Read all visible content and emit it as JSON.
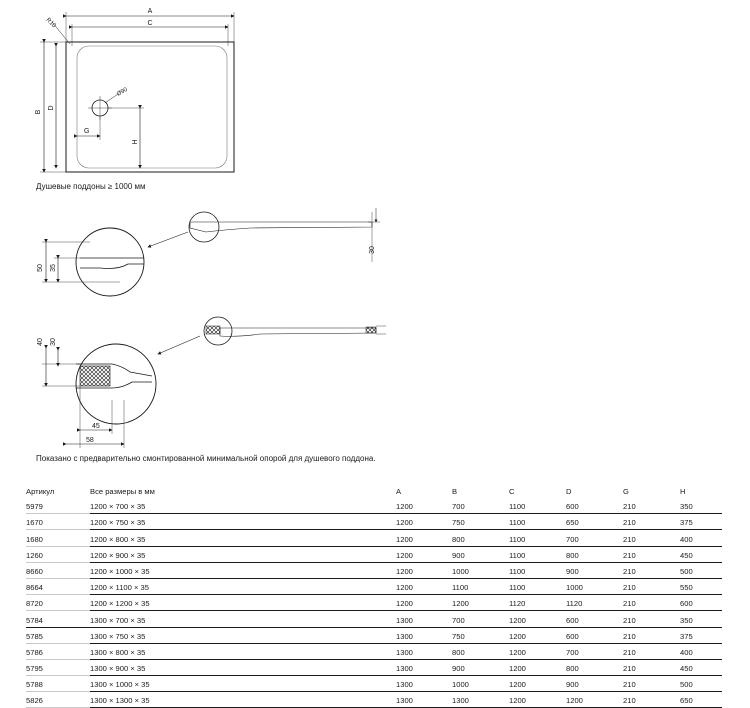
{
  "drawing": {
    "dims_top": {
      "a": "A",
      "c": "C",
      "r": "R10"
    },
    "dims_side": {
      "b": "B",
      "d": "D",
      "g": "G",
      "h": "H",
      "drain": "Ø90"
    },
    "section1": {
      "h50": "50",
      "h35": "35",
      "h30": "30"
    },
    "section2": {
      "h40": "40",
      "h30": "30",
      "w45": "45",
      "w58": "58"
    }
  },
  "captions": {
    "top": "Душевые поддоны ≥ 1000 мм",
    "bottom": "Показано с предварительно смонтированной минимальной опорой для душевого поддона."
  },
  "table": {
    "headers": [
      "Артикул",
      "Все размеры в мм",
      "A",
      "B",
      "C",
      "D",
      "G",
      "H"
    ],
    "rows": [
      [
        "5979",
        "1200 × 700 × 35",
        "1200",
        "700",
        "1100",
        "600",
        "210",
        "350"
      ],
      [
        "1670",
        "1200 × 750 × 35",
        "1200",
        "750",
        "1100",
        "650",
        "210",
        "375"
      ],
      [
        "1680",
        "1200 × 800 × 35",
        "1200",
        "800",
        "1100",
        "700",
        "210",
        "400"
      ],
      [
        "1260",
        "1200 × 900 × 35",
        "1200",
        "900",
        "1100",
        "800",
        "210",
        "450"
      ],
      [
        "8660",
        "1200 × 1000 × 35",
        "1200",
        "1000",
        "1100",
        "900",
        "210",
        "500"
      ],
      [
        "8664",
        "1200 × 1100 × 35",
        "1200",
        "1100",
        "1100",
        "1000",
        "210",
        "550"
      ],
      [
        "8720",
        "1200 × 1200 × 35",
        "1200",
        "1200",
        "1120",
        "1120",
        "210",
        "600"
      ],
      [
        "5784",
        "1300 × 700 × 35",
        "1300",
        "700",
        "1200",
        "600",
        "210",
        "350"
      ],
      [
        "5785",
        "1300 × 750 × 35",
        "1300",
        "750",
        "1200",
        "600",
        "210",
        "375"
      ],
      [
        "5786",
        "1300 × 800 × 35",
        "1300",
        "800",
        "1200",
        "700",
        "210",
        "400"
      ],
      [
        "5795",
        "1300 × 900 × 35",
        "1300",
        "900",
        "1200",
        "800",
        "210",
        "450"
      ],
      [
        "5788",
        "1300 × 1000 × 35",
        "1300",
        "1000",
        "1200",
        "900",
        "210",
        "500"
      ],
      [
        "5826",
        "1300 × 1300 × 35",
        "1300",
        "1300",
        "1200",
        "1200",
        "210",
        "650"
      ]
    ]
  }
}
